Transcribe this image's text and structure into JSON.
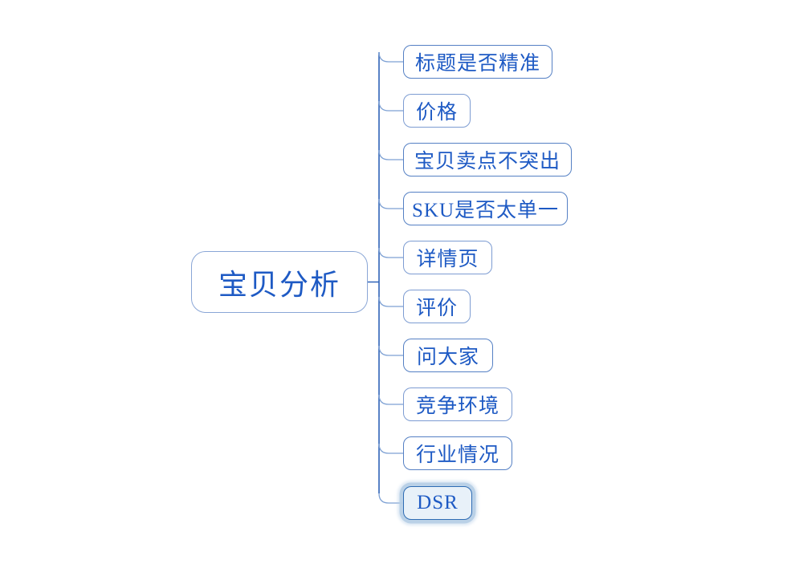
{
  "app": {
    "type": "mind-map-canvas",
    "background": "#ffffff"
  },
  "root_topic": {
    "label": "宝贝分析"
  },
  "subtopics": [
    {
      "label": "标题是否精准",
      "selected": false
    },
    {
      "label": "价格",
      "selected": false
    },
    {
      "label": "宝贝卖点不突出",
      "selected": false
    },
    {
      "label": "SKU是否太单一",
      "selected": false
    },
    {
      "label": "详情页",
      "selected": false
    },
    {
      "label": "评价",
      "selected": false
    },
    {
      "label": "问大家",
      "selected": false
    },
    {
      "label": "竞争环境",
      "selected": false
    },
    {
      "label": "行业情况",
      "selected": false
    },
    {
      "label": "DSR",
      "selected": true
    }
  ],
  "colors": {
    "topic_text": "#1e5ac4",
    "root_border": "#8aa6d6",
    "subtopic_border": "#5580c4",
    "connector_trunk": "#2f63b8",
    "connector_hook": "#7ea1d4",
    "selected_fill": "#e8f1f9",
    "selected_border": "#2e6cb4",
    "selected_glow": "#b6cee6"
  }
}
